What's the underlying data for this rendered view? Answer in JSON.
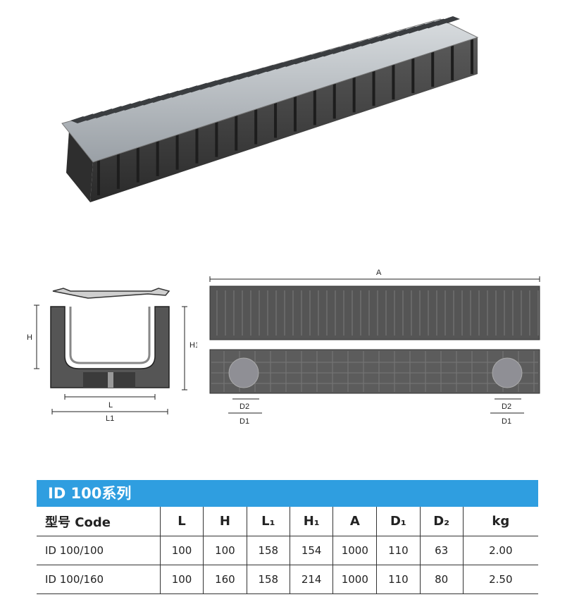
{
  "product_image": {
    "name": "channel-drain-with-grating"
  },
  "dimension_labels": {
    "H": "H",
    "H1": "H1",
    "L": "L",
    "L1": "L1",
    "A": "A",
    "D1": "D1",
    "D2": "D2"
  },
  "spec_table": {
    "title": "ID 100系列",
    "headers": [
      "型号 Code",
      "L",
      "H",
      "L₁",
      "H₁",
      "A",
      "D₁",
      "D₂",
      "kg"
    ],
    "rows": [
      [
        "ID 100/100",
        "100",
        "100",
        "158",
        "154",
        "1000",
        "110",
        "63",
        "2.00"
      ],
      [
        "ID 100/160",
        "100",
        "160",
        "158",
        "214",
        "1000",
        "110",
        "80",
        "2.50"
      ]
    ]
  },
  "colors": {
    "header_bg": "#2f9ee0",
    "header_text": "#ffffff",
    "channel_body": "#4a4a4a",
    "grating": "#b9bec4"
  }
}
